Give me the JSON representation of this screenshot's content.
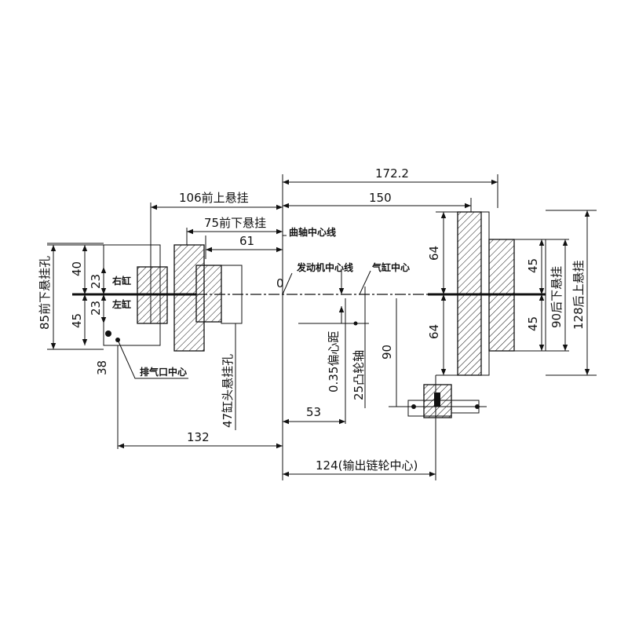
{
  "dimensions": {
    "d_172_2": "172.2",
    "d_150": "150",
    "d_106": "106前上悬挂",
    "d_75": "75前下悬挂",
    "d_61": "61",
    "d_85": "85前下悬挂孔",
    "d_40": "40",
    "d_45_left": "45",
    "d_23_upper": "23",
    "d_23_lower": "23",
    "d_38": "38",
    "d_47": "47缸头悬挂孔",
    "d_132": "132",
    "d_53": "53",
    "d_124": "124(输出链轮中心)",
    "d_0": "0",
    "d_0_35": "0.35偏心距",
    "d_25": "25凸轮轴",
    "d_90_center": "90",
    "d_64_upper": "64",
    "d_64_lower": "64",
    "d_45_right_upper": "45",
    "d_45_right_lower": "45",
    "d_90_right": "90后下悬挂",
    "d_128_right": "128后上悬挂"
  },
  "labels": {
    "right_cylinder": "右缸",
    "left_cylinder": "左缸",
    "crank_center": "曲轴中心线",
    "engine_center": "发动机中心线",
    "cylinder_center": "气缸中心",
    "exhaust_center": "排气口中心"
  }
}
